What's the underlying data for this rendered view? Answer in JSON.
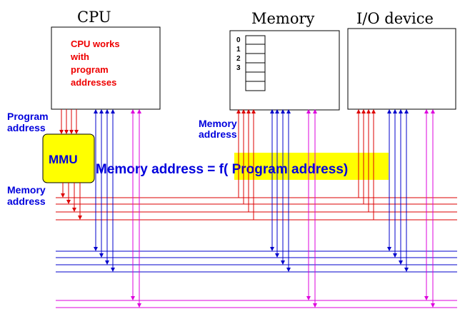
{
  "titles": {
    "cpu": "CPU",
    "memory": "Memory",
    "io": "I/O device"
  },
  "cpu_note": [
    "CPU works",
    "with",
    "program",
    "addresses"
  ],
  "mmu_label": "MMU",
  "program_address": [
    "Program",
    "address"
  ],
  "memory_address_left": [
    "Memory",
    "address"
  ],
  "memory_address_mid": [
    "Memory",
    "address"
  ],
  "formula": "Memory address = f( Program address)",
  "memory_cells": [
    "0",
    "1",
    "2",
    "3"
  ],
  "colors": {
    "red": "#dd0000",
    "blue": "#0000cc",
    "magenta": "#dd00dd",
    "yellow": "#ffff00",
    "red_text": "#ee0000",
    "blue_text": "#0000dd"
  },
  "icons": {
    "bus_arrow": "arrow-up-down"
  }
}
